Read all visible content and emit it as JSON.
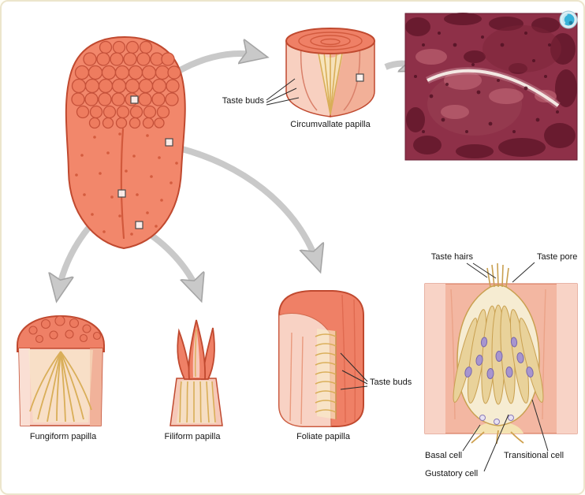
{
  "labels": {
    "taste_buds_circumvallate": "Taste buds",
    "circumvallate_papilla": "Circumvallate papilla",
    "fungiform_papilla": "Fungiform papilla",
    "filiform_papilla": "Filiform papilla",
    "foliate_papilla": "Foliate papilla",
    "taste_buds_foliate": "Taste buds",
    "taste_hairs": "Taste hairs",
    "taste_pore": "Taste pore",
    "basal_cell": "Basal cell",
    "transitional_cell": "Transitional cell",
    "gustatory_cell": "Gustatory cell"
  },
  "icons": {
    "media_button": "teal-circle-icon"
  },
  "colors": {
    "tongue_coral": "#f0836a",
    "outline_red": "#c0492f",
    "cut_surface_pink": "#f8d2c4",
    "taste_bud_gold": "#e9d29a",
    "nucleus_purple": "#a795cf",
    "histology_maroon": "#8e3048",
    "arrow_gray": "#c9c9c9",
    "accent_teal": "#38b2d8",
    "frame_border": "#ece5cc"
  }
}
